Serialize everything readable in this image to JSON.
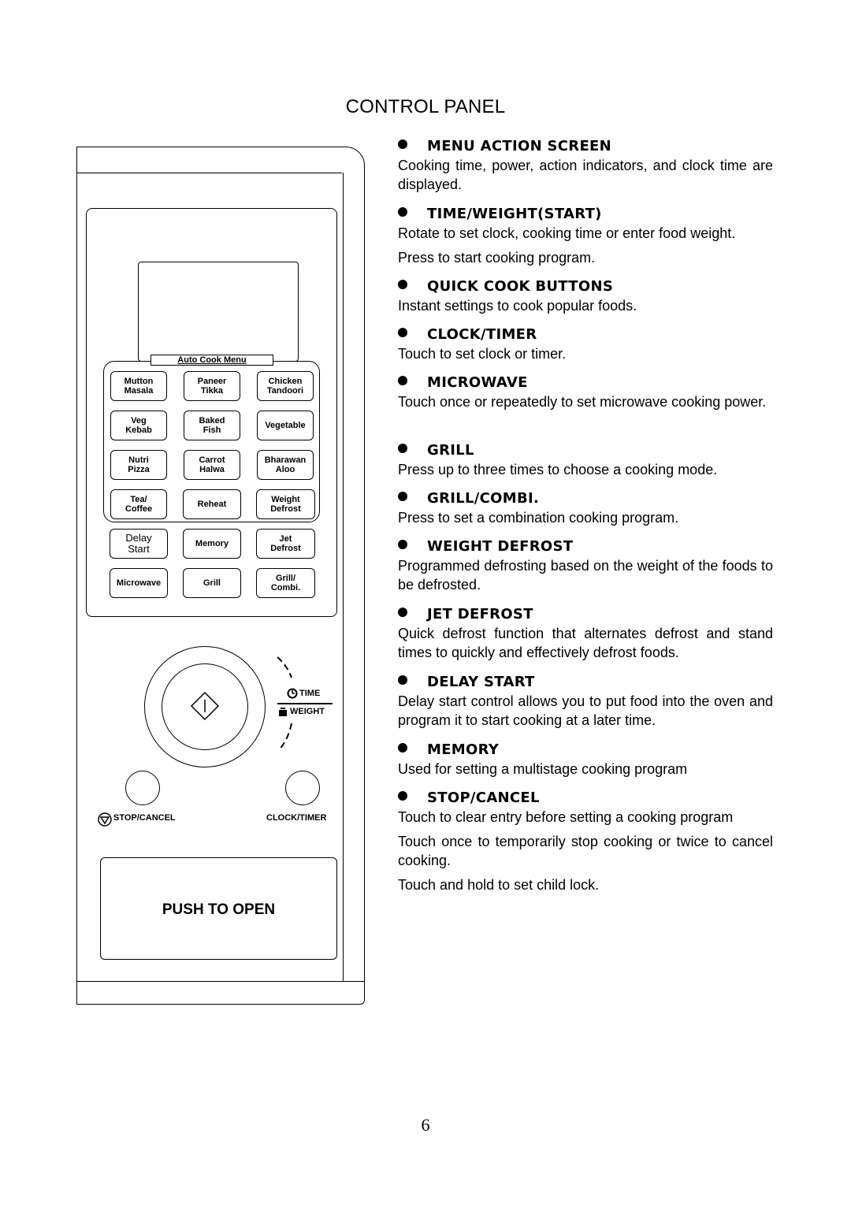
{
  "page": {
    "title": "CONTROL PANEL",
    "number": "6"
  },
  "panel": {
    "auto_cook_label": "Auto Cook Menu",
    "keys": [
      {
        "label": "Mutton\nMasala"
      },
      {
        "label": "Paneer\nTikka"
      },
      {
        "label": "Chicken\nTandoori"
      },
      {
        "label": "Veg\nKebab"
      },
      {
        "label": "Baked\nFish"
      },
      {
        "label": "Vegetable"
      },
      {
        "label": "Nutri\nPizza"
      },
      {
        "label": "Carrot\nHalwa"
      },
      {
        "label": "Bharawan\nAloo"
      },
      {
        "label": "Tea/\nCoffee"
      },
      {
        "label": "Reheat"
      },
      {
        "label": "Weight\nDefrost"
      },
      {
        "label": "Delay\nStart"
      },
      {
        "label": "Memory"
      },
      {
        "label": "Jet\nDefrost"
      },
      {
        "label": "Microwave"
      },
      {
        "label": "Grill"
      },
      {
        "label": "Grill/\nCombi."
      }
    ],
    "dial": {
      "time_label": "TIME",
      "weight_label": "WEIGHT"
    },
    "stop_cancel_label": "STOP/CANCEL",
    "clock_timer_label": "CLOCK/TIMER",
    "door_label": "PUSH TO OPEN"
  },
  "descriptions": [
    {
      "heading": "MENU ACTION SCREEN",
      "lines": [
        "Cooking time, power, action indicators, and clock time are displayed."
      ]
    },
    {
      "heading": "TIME/WEIGHT(START)",
      "lines": [
        "Rotate to set clock, cooking time or enter food weight.",
        "Press to start cooking program."
      ]
    },
    {
      "heading": "QUICK COOK BUTTONS",
      "lines": [
        "Instant settings to cook popular foods."
      ]
    },
    {
      "heading": "CLOCK/TIMER",
      "lines": [
        "Touch to set clock or timer."
      ]
    },
    {
      "heading": "MICROWAVE",
      "lines": [
        "Touch once or repeatedly to set microwave cooking power."
      ]
    },
    {
      "heading": "GRILL",
      "lines": [
        "Press up to three times to choose a cooking mode."
      ]
    },
    {
      "heading": "GRILL/COMBI.",
      "lines": [
        "Press to set a combination cooking program."
      ]
    },
    {
      "heading": "WEIGHT DEFROST",
      "lines": [
        "Programmed defrosting based on the weight of the foods to be defrosted."
      ]
    },
    {
      "heading": "JET DEFROST",
      "lines": [
        "Quick defrost function that alternates defrost and stand times to quickly and effectively defrost foods."
      ]
    },
    {
      "heading": "DELAY START",
      "lines": [
        "Delay start control allows you to put food into the oven and program it to start cooking at a later time."
      ]
    },
    {
      "heading": "MEMORY",
      "lines": [
        "Used for setting a multistage cooking program"
      ]
    },
    {
      "heading": "STOP/CANCEL",
      "lines": [
        "Touch to clear entry before setting a cooking program",
        "Touch once to temporarily stop cooking or twice to cancel cooking.",
        "Touch and hold to set child lock."
      ]
    }
  ]
}
